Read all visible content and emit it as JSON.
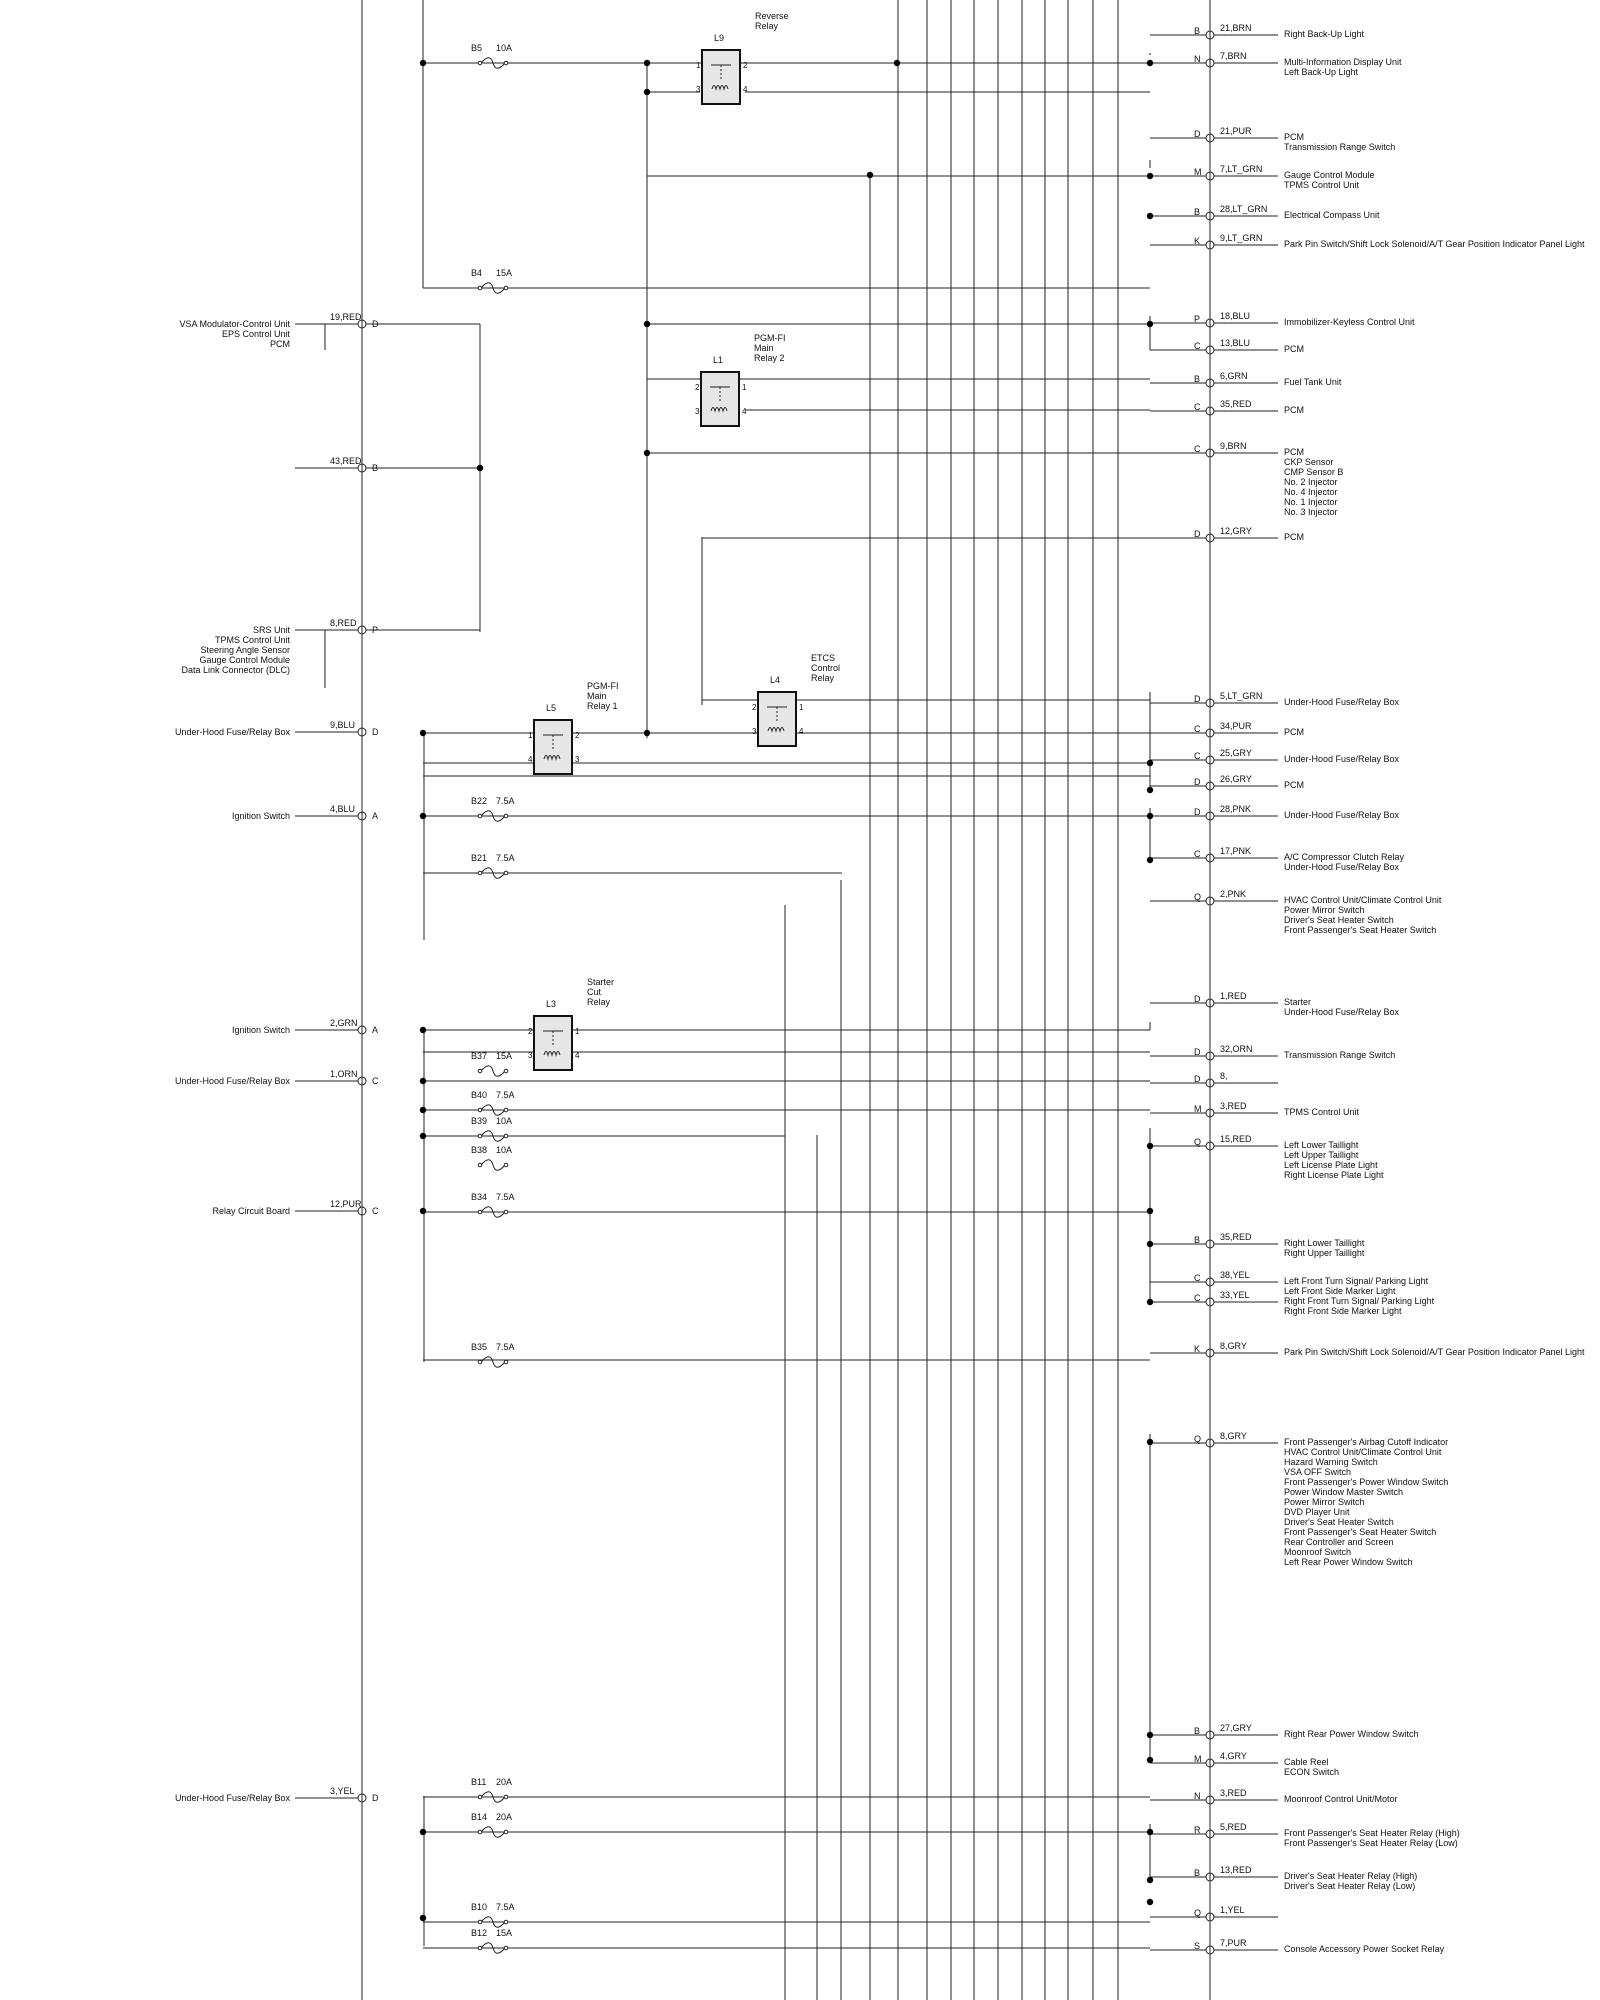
{
  "fuses": [
    {
      "id": "b5",
      "name": "B5",
      "rating": "10A"
    },
    {
      "id": "b4",
      "name": "B4",
      "rating": "15A"
    },
    {
      "id": "b22",
      "name": "B22",
      "rating": "7.5A"
    },
    {
      "id": "b21",
      "name": "B21",
      "rating": "7.5A"
    },
    {
      "id": "b37",
      "name": "B37",
      "rating": "15A"
    },
    {
      "id": "b40",
      "name": "B40",
      "rating": "7.5A"
    },
    {
      "id": "b39",
      "name": "B39",
      "rating": "10A"
    },
    {
      "id": "b38",
      "name": "B38",
      "rating": "10A"
    },
    {
      "id": "b34",
      "name": "B34",
      "rating": "7.5A"
    },
    {
      "id": "b35",
      "name": "B35",
      "rating": "7.5A"
    },
    {
      "id": "b11",
      "name": "B11",
      "rating": "20A"
    },
    {
      "id": "b14",
      "name": "B14",
      "rating": "20A"
    },
    {
      "id": "b10",
      "name": "B10",
      "rating": "7.5A"
    },
    {
      "id": "b12",
      "name": "B12",
      "rating": "15A"
    }
  ],
  "relays": [
    {
      "id": "l9",
      "code": "L9",
      "name": [
        "Reverse",
        "Relay"
      ],
      "pins": [
        "1",
        "2",
        "3",
        "4"
      ]
    },
    {
      "id": "l1",
      "code": "L1",
      "name": [
        "PGM-FI",
        "Main",
        "Relay 2"
      ],
      "pins": [
        "2",
        "1",
        "3",
        "4"
      ]
    },
    {
      "id": "l5",
      "code": "L5",
      "name": [
        "PGM-FI",
        "Main",
        "Relay 1"
      ],
      "pins": [
        "1",
        "2",
        "4",
        "3"
      ]
    },
    {
      "id": "l4",
      "code": "L4",
      "name": [
        "ETCS",
        "Control",
        "Relay"
      ],
      "pins": [
        "2",
        "1",
        "3",
        "4"
      ]
    },
    {
      "id": "l3",
      "code": "L3",
      "name": [
        "Starter",
        "Cut",
        "Relay"
      ],
      "pins": [
        "2",
        "1",
        "3",
        "4"
      ]
    }
  ],
  "left": [
    {
      "id": "vsa",
      "wire": "19,RED",
      "pin": "D",
      "dest": [
        "VSA Modulator-Control Unit",
        "EPS Control Unit",
        "PCM"
      ]
    },
    {
      "id": "b43",
      "wire": "43,RED",
      "pin": "B",
      "dest": []
    },
    {
      "id": "srs",
      "wire": "8,RED",
      "pin": "P",
      "dest": [
        "SRS Unit",
        "TPMS Control Unit",
        "Steering Angle Sensor",
        "Gauge Control Module",
        "Data Link Connector (DLC)"
      ]
    },
    {
      "id": "uh9",
      "wire": "9,BLU",
      "pin": "D",
      "dest": [
        "Under-Hood Fuse/Relay Box"
      ]
    },
    {
      "id": "ig4",
      "wire": "4,BLU",
      "pin": "A",
      "dest": [
        "Ignition Switch"
      ]
    },
    {
      "id": "ig2",
      "wire": "2,GRN",
      "pin": "A",
      "dest": [
        "Ignition Switch"
      ]
    },
    {
      "id": "uh1",
      "wire": "1,ORN",
      "pin": "C",
      "dest": [
        "Under-Hood Fuse/Relay Box"
      ]
    },
    {
      "id": "rcb",
      "wire": "12,PUR",
      "pin": "C",
      "dest": [
        "Relay Circuit Board"
      ]
    },
    {
      "id": "uh3",
      "wire": "3,YEL",
      "pin": "D",
      "dest": [
        "Under-Hood Fuse/Relay Box"
      ]
    }
  ],
  "right": [
    {
      "id": "r01",
      "pin": "B",
      "wire": "21,BRN",
      "dest": [
        "Right Back-Up Light"
      ]
    },
    {
      "id": "r02",
      "pin": "N",
      "wire": "7,BRN",
      "dest": [
        "Multi-Information Display Unit",
        "Left Back-Up Light"
      ]
    },
    {
      "id": "r03",
      "pin": "D",
      "wire": "21,PUR",
      "dest": [
        "PCM",
        "Transmission Range Switch"
      ]
    },
    {
      "id": "r04",
      "pin": "M",
      "wire": "7,LT_GRN",
      "dest": [
        "Gauge Control Module",
        "TPMS Control Unit"
      ]
    },
    {
      "id": "r05",
      "pin": "B",
      "wire": "28,LT_GRN",
      "dest": [
        "Electrical Compass Unit"
      ]
    },
    {
      "id": "r06",
      "pin": "K",
      "wire": "9,LT_GRN",
      "dest": [
        "Park Pin Switch/Shift Lock Solenoid/A/T Gear Position Indicator Panel Light"
      ]
    },
    {
      "id": "r07",
      "pin": "P",
      "wire": "18,BLU",
      "dest": [
        "Immobilizer-Keyless Control Unit"
      ]
    },
    {
      "id": "r08",
      "pin": "C",
      "wire": "13,BLU",
      "dest": [
        "PCM"
      ]
    },
    {
      "id": "r09",
      "pin": "B",
      "wire": "6,GRN",
      "dest": [
        "Fuel Tank Unit"
      ]
    },
    {
      "id": "r10",
      "pin": "C",
      "wire": "35,RED",
      "dest": [
        "PCM"
      ]
    },
    {
      "id": "r11",
      "pin": "C",
      "wire": "9,BRN",
      "dest": [
        "PCM",
        "CKP Sensor",
        "CMP Sensor B",
        "No. 2 Injector",
        "No. 4 Injector",
        "No. 1 Injector",
        "No. 3 Injector"
      ]
    },
    {
      "id": "r12",
      "pin": "D",
      "wire": "12,GRY",
      "dest": [
        "PCM"
      ]
    },
    {
      "id": "r13",
      "pin": "D",
      "wire": "5,LT_GRN",
      "dest": [
        "Under-Hood Fuse/Relay Box"
      ]
    },
    {
      "id": "r14",
      "pin": "C",
      "wire": "34,PUR",
      "dest": [
        "PCM"
      ]
    },
    {
      "id": "r15",
      "pin": "C",
      "wire": "25,GRY",
      "dest": [
        "Under-Hood Fuse/Relay Box"
      ]
    },
    {
      "id": "r16",
      "pin": "D",
      "wire": "26,GRY",
      "dest": [
        "PCM"
      ]
    },
    {
      "id": "r17",
      "pin": "D",
      "wire": "28,PNK",
      "dest": [
        "Under-Hood Fuse/Relay Box"
      ]
    },
    {
      "id": "r18",
      "pin": "C",
      "wire": "17,PNK",
      "dest": [
        "A/C Compressor Clutch Relay",
        "Under-Hood Fuse/Relay Box"
      ]
    },
    {
      "id": "r19",
      "pin": "Q",
      "wire": "2,PNK",
      "dest": [
        "HVAC Control Unit/Climate Control Unit",
        "Power Mirror Switch",
        "Driver's Seat Heater Switch",
        "Front Passenger's Seat Heater Switch"
      ]
    },
    {
      "id": "r20",
      "pin": "D",
      "wire": "1,RED",
      "dest": [
        "Starter",
        "Under-Hood Fuse/Relay Box"
      ]
    },
    {
      "id": "r21",
      "pin": "D",
      "wire": "32,ORN",
      "dest": [
        "Transmission Range Switch"
      ]
    },
    {
      "id": "r22",
      "pin": "D",
      "wire": "8,",
      "dest": []
    },
    {
      "id": "r23",
      "pin": "M",
      "wire": "3,RED",
      "dest": [
        "TPMS Control Unit"
      ]
    },
    {
      "id": "r24",
      "pin": "Q",
      "wire": "15,RED",
      "dest": [
        "Left Lower Taillight",
        "Left Upper Taillight",
        "Left License Plate Light",
        "Right License Plate Light"
      ]
    },
    {
      "id": "r25",
      "pin": "B",
      "wire": "35,RED",
      "dest": [
        "Right Lower Taillight",
        "Right Upper Taillight"
      ]
    },
    {
      "id": "r26",
      "pin": "C",
      "wire": "38,YEL",
      "dest": [
        "Left Front Turn Signal/ Parking Light",
        "Left Front Side Marker Light"
      ]
    },
    {
      "id": "r27",
      "pin": "C",
      "wire": "33,YEL",
      "dest": [
        "Right Front Turn Signal/ Parking Light",
        "Right Front Side Marker Light"
      ]
    },
    {
      "id": "r28",
      "pin": "K",
      "wire": "8,GRY",
      "dest": [
        "Park Pin Switch/Shift Lock Solenoid/A/T Gear Position Indicator Panel Light"
      ]
    },
    {
      "id": "r29",
      "pin": "Q",
      "wire": "8,GRY",
      "dest": [
        "Front Passenger's Airbag Cutoff Indicator",
        "HVAC Control Unit/Climate Control Unit",
        "Hazard Warning Switch",
        "VSA OFF Switch",
        "Front Passenger's Power Window Switch",
        "Power Window Master Switch",
        "Power Mirror Switch",
        "DVD Player Unit",
        "Driver's Seat Heater Switch",
        "Front Passenger's Seat Heater Switch",
        "Rear Controller and Screen",
        "Moonroof Switch",
        "Left Rear Power Window Switch"
      ]
    },
    {
      "id": "r30",
      "pin": "B",
      "wire": "27,GRY",
      "dest": [
        "Right Rear Power Window Switch"
      ]
    },
    {
      "id": "r31",
      "pin": "M",
      "wire": "4,GRY",
      "dest": [
        "Cable Reel",
        "ECON Switch"
      ]
    },
    {
      "id": "r32",
      "pin": "N",
      "wire": "3,RED",
      "dest": [
        "Moonroof Control Unit/Motor"
      ]
    },
    {
      "id": "r33",
      "pin": "R",
      "wire": "5,RED",
      "dest": [
        "Front Passenger's Seat Heater Relay (High)",
        "Front Passenger's Seat Heater Relay (Low)"
      ]
    },
    {
      "id": "r34",
      "pin": "B",
      "wire": "13,RED",
      "dest": [
        "Driver's Seat Heater Relay (High)",
        "Driver's Seat Heater Relay (Low)"
      ]
    },
    {
      "id": "r35",
      "pin": "Q",
      "wire": "1,YEL",
      "dest": []
    },
    {
      "id": "r36",
      "pin": "S",
      "wire": "7,PUR",
      "dest": [
        "Console Accessory Power Socket Relay"
      ]
    }
  ]
}
